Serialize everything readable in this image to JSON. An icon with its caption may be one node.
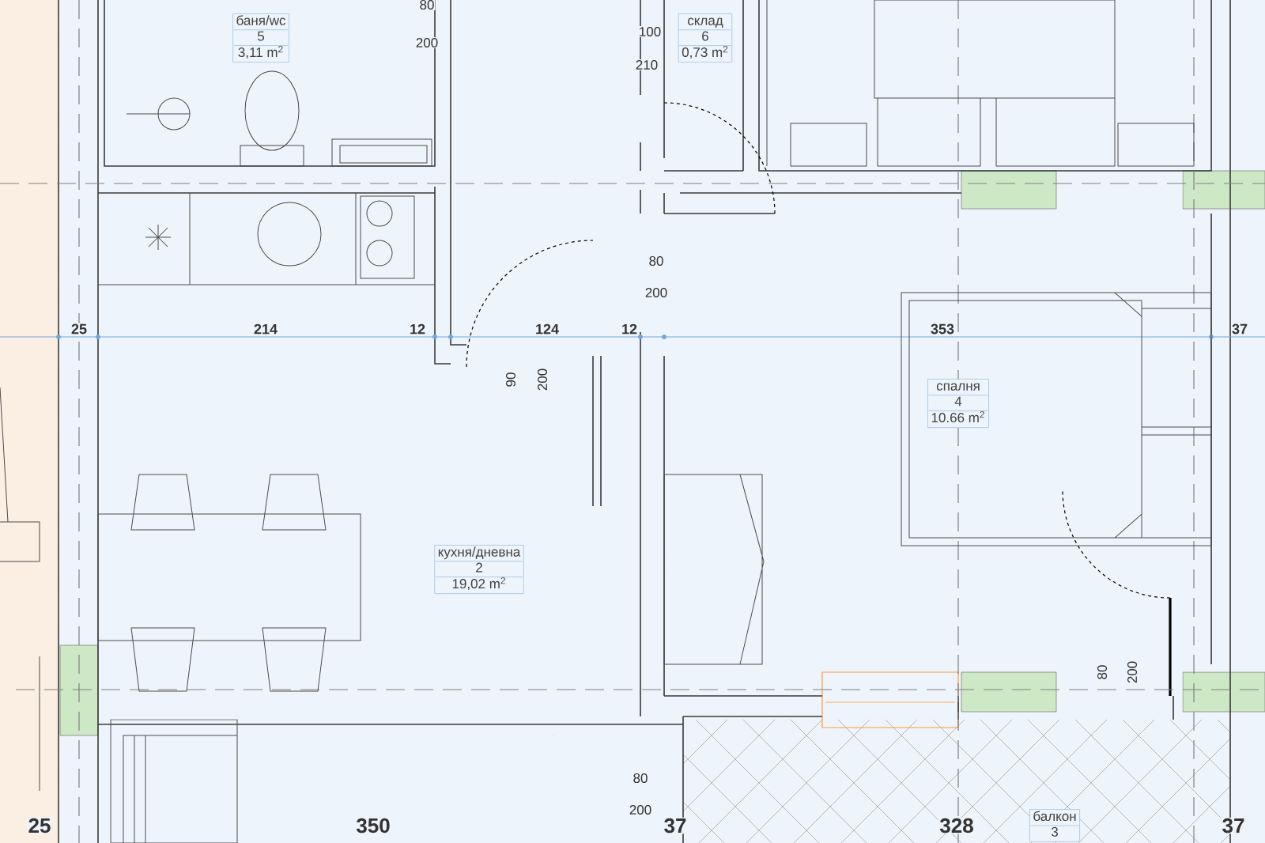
{
  "diagram": {
    "nodes": [
      {
        "text": [
          "баня/wc",
          "5",
          "3,11 m$^{2}$"
        ]
      },
      {
        "text": [
          "склад",
          "6",
          "0,73 m$^{2}$"
        ]
      },
      {
        "text": [
          "спалня",
          "4",
          "10.66 m$^{2}$"
        ]
      },
      {
        "text": [
          "кухня/дневна",
          "2",
          "19,02 m$^{2}$"
        ]
      },
      {
        "text": [
          "балкон",
          "3"
        ]
      }
    ],
    "labels": [
      "80",
      "200",
      "100",
      "210",
      "80",
      "200",
      "25",
      "214",
      "12",
      "124",
      "12",
      "353",
      "37",
      "90",
      "200",
      "80",
      "200",
      "80",
      "200",
      "25",
      "350",
      "37",
      "328",
      "37"
    ]
  }
}
